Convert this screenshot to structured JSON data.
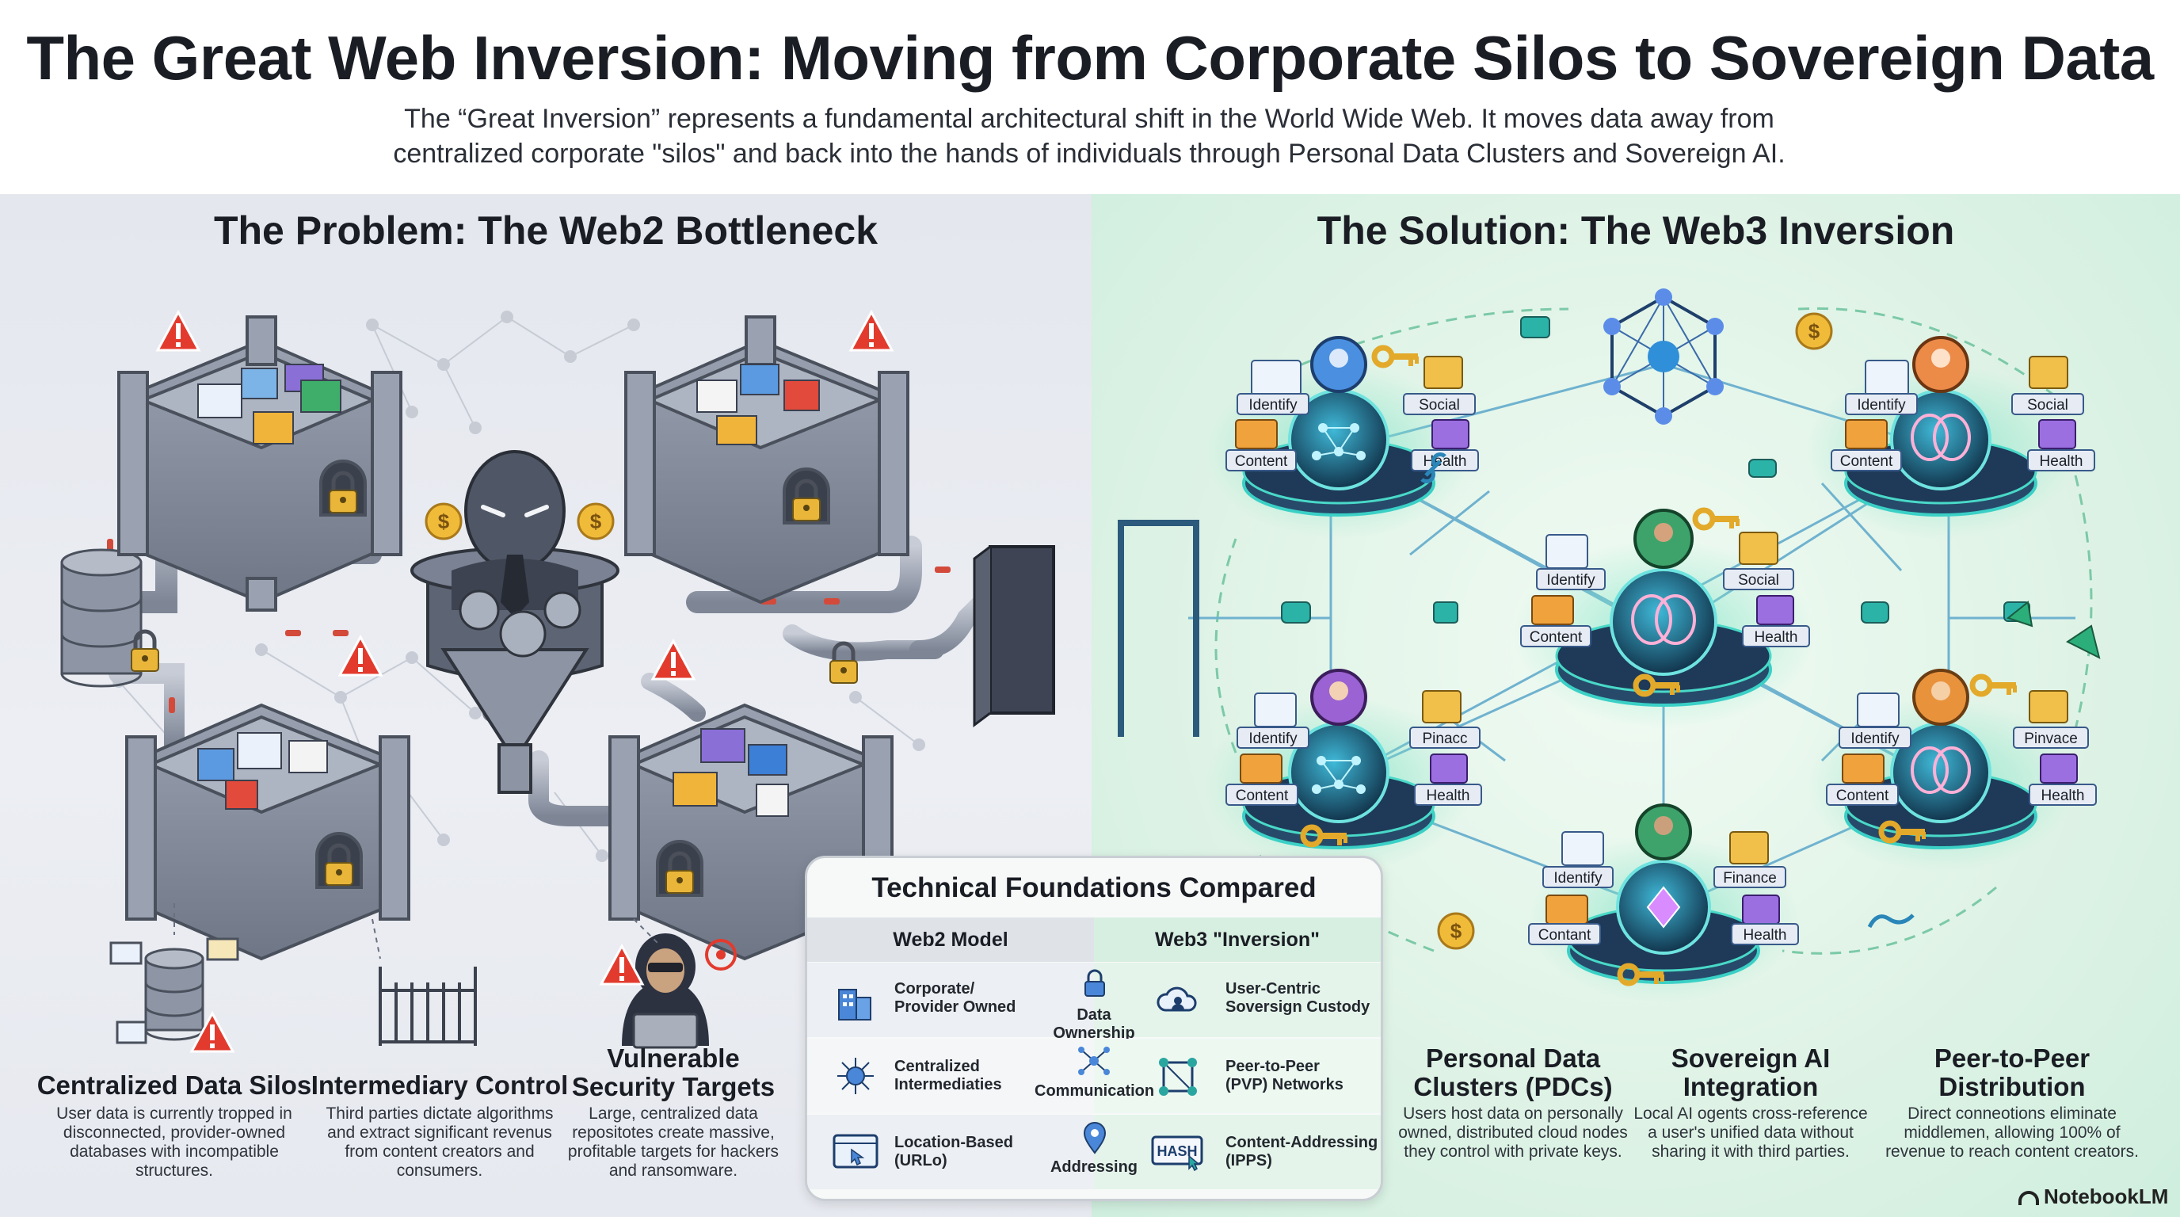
{
  "header": {
    "title": "The Great Web Inversion: Moving from Corporate Silos to Sovereign Data",
    "subtitle_line1": "The “Great Inversion” represents a fundamental architectural shift in the World Wide Web. It moves data away from",
    "subtitle_line2": "centralized corporate \"silos\" and back into the hands of individuals through Personal Data Clusters and Sovereign AI."
  },
  "problem": {
    "title": "The Problem: The Web2 Bottleneck",
    "features": [
      {
        "title": "Centralized Data Silos",
        "desc": [
          "User data is currently tropped in",
          "disconnected, provider-owned",
          "databases with incompatible",
          "structures."
        ]
      },
      {
        "title": "Intermediary Control",
        "desc": [
          "Third parties dictate algorithms",
          "and extract significant revenus",
          "from content creators and",
          "consumers."
        ]
      },
      {
        "title_lines": [
          "Vulnerable",
          "Security Targets"
        ],
        "desc": [
          "Large, centralized data",
          "repositotes create massive,",
          "profitable targets for hackers",
          "and ransomware."
        ]
      }
    ]
  },
  "solution": {
    "title": "The Solution: The Web3 Inversion",
    "features": [
      {
        "title_lines": [
          "Personal Data",
          "Clusters (PDCs)"
        ],
        "desc": [
          "Users host data on personally",
          "owned, distributed cloud nodes",
          "they control with private keys."
        ]
      },
      {
        "title_lines": [
          "Sovereign AI",
          "Integration"
        ],
        "desc": [
          "Local AI ogents cross-reference",
          "a user's unified data without",
          "sharing it with third parties."
        ]
      },
      {
        "title_lines": [
          "Peer-to-Peer",
          "Distribution"
        ],
        "desc": [
          "Direct conneotions eliminate",
          "middlemen, allowing 100% of",
          "revenue to reach content creators."
        ]
      }
    ],
    "node_tags": {
      "identify": "Identify",
      "social": "Social",
      "content": "Content",
      "health": "Health",
      "pinacc": "Pinacc",
      "pinvace": "Pinvace",
      "finance": "Finance",
      "contant": "Contant"
    }
  },
  "table": {
    "title": "Technical Foundations Compared",
    "col_web2": "Web2 Model",
    "col_web3": "Web3 \"Inversion\"",
    "rows": [
      {
        "web2": [
          "Corporate/",
          "Provider Owned"
        ],
        "aspect": "Data Ownership",
        "web3": [
          "User-Centric",
          "Soversign Custody"
        ]
      },
      {
        "web2": [
          "Centralized",
          "Intermediaties"
        ],
        "aspect": "Communication",
        "web3": [
          "Peer-to-Peer",
          "(PVP) Networks"
        ]
      },
      {
        "web2": [
          "Location-Based",
          "(URLo)"
        ],
        "aspect": "Addressing",
        "web3": [
          "Content-Addressing",
          "(IPPS)"
        ]
      }
    ],
    "hash_label": "HASH"
  },
  "brand": "NotebookLM",
  "colors": {
    "silo_stone": "#8b93a3",
    "silo_dark": "#5d6575",
    "warning": "#e23b2e",
    "gold": "#e9b63a",
    "node_teal": "#2aa6a0",
    "node_dark": "#1f4f6b",
    "line_blue": "#5aa8c8",
    "green_bg": "#dff3e6"
  }
}
